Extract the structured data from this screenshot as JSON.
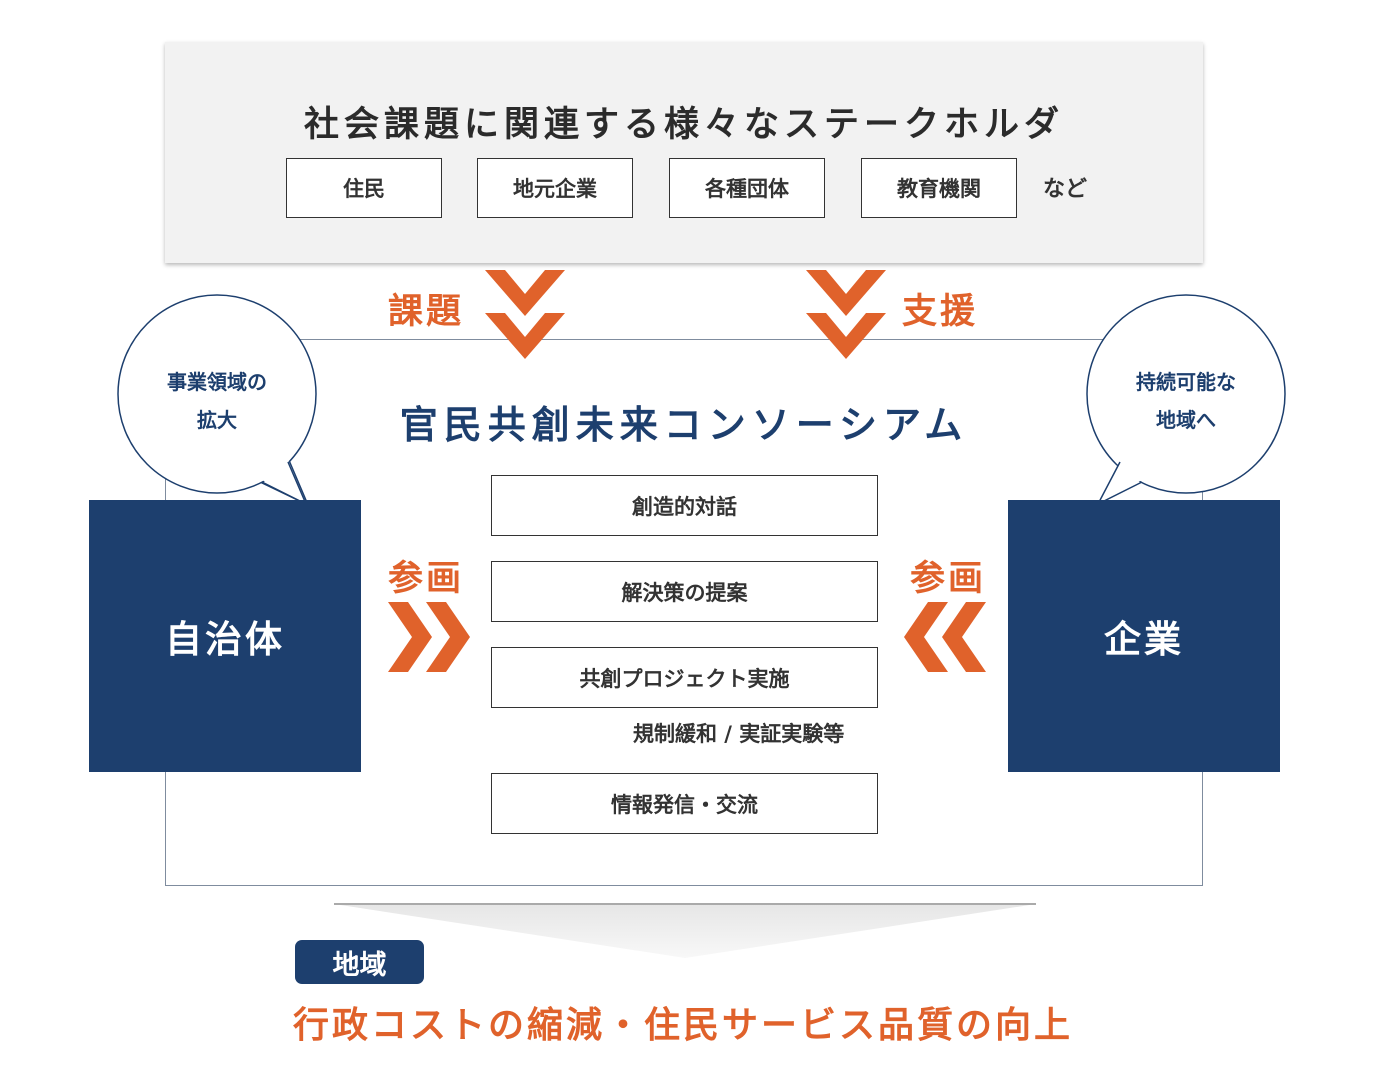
{
  "colors": {
    "accent": "#e0622b",
    "navy": "#1d3f6e",
    "panel": "#f2f2f2"
  },
  "stakeholders": {
    "title": "社会課題に関連する様々なステークホルダ",
    "items": [
      "住民",
      "地元企業",
      "各種団体",
      "教育機関"
    ],
    "suffix": "など"
  },
  "flows": {
    "issue_label": "課題",
    "support_label": "支援",
    "participate_left": "参画",
    "participate_right": "参画"
  },
  "consortium": {
    "title": "官民共創未来コンソーシアム",
    "activities": [
      "創造的対話",
      "解決策の提案",
      "共創プロジェクト実施",
      "情報発信・交流"
    ],
    "project_note": "規制緩和 / 実証実験等"
  },
  "actors": {
    "left": {
      "label": "自治体",
      "bubble_line1": "事業領域の",
      "bubble_line2": "拡大"
    },
    "right": {
      "label": "企業",
      "bubble_line1": "持続可能な",
      "bubble_line2": "地域へ"
    }
  },
  "outcome": {
    "badge": "地域",
    "text": "行政コストの縮減・住民サービス品質の向上"
  }
}
